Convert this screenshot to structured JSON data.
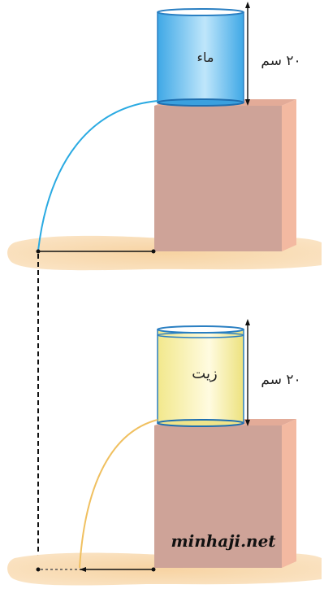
{
  "scene_top": {
    "container_label": "ماء",
    "height_label": "٢٠ سم",
    "liquid_color": "#4fb6e8",
    "stream_color": "#2aaae2"
  },
  "scene_bottom": {
    "container_label": "زيت",
    "height_label": "٢٠ سم",
    "liquid_color": "#f7efa0",
    "stream_color": "#f0c060"
  },
  "watermark": "minhaji.net",
  "colors": {
    "block_front": "#cfa39a",
    "block_side": "#f2b9a3",
    "block_top": "#e6b09f",
    "floor": "#f7d4a6",
    "container_rim": "#2a7fc2"
  }
}
